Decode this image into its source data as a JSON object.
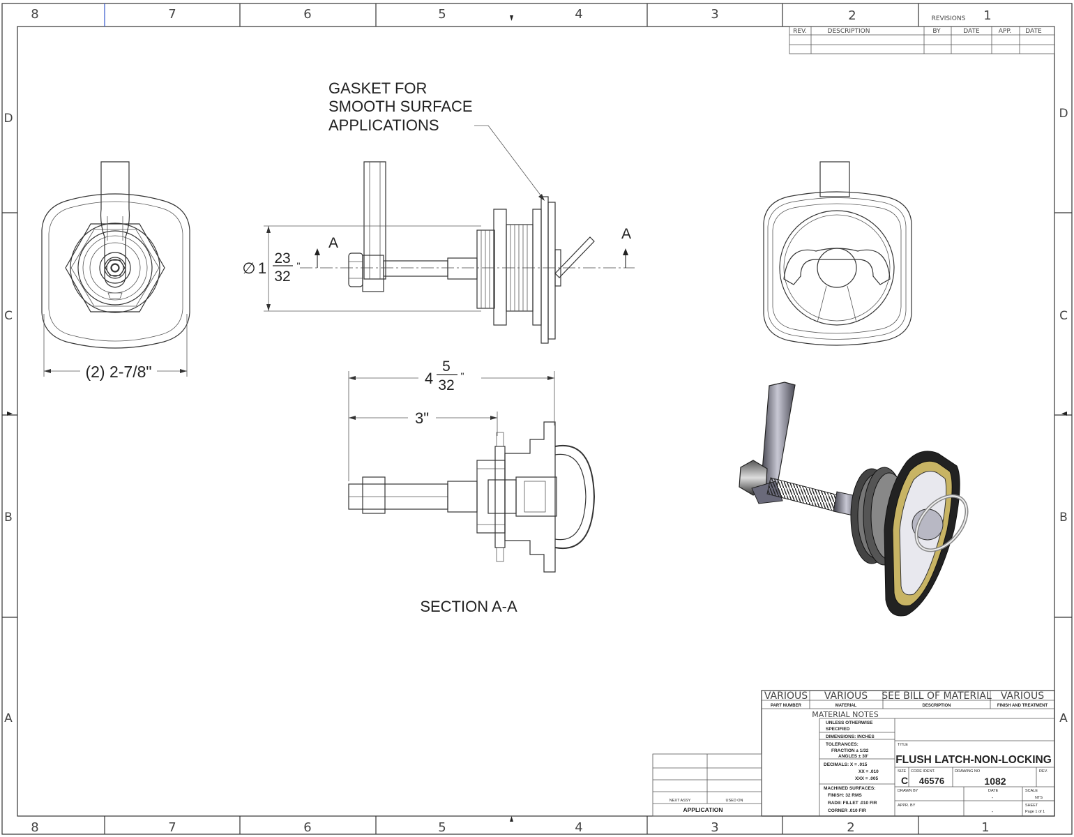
{
  "zones": {
    "top": [
      "8",
      "7",
      "6",
      "5",
      "4",
      "3",
      "2",
      "1"
    ],
    "bottom": [
      "8",
      "7",
      "6",
      "5",
      "4",
      "3",
      "2",
      "1"
    ],
    "left": [
      "D",
      "C",
      "B",
      "A"
    ],
    "right": [
      "D",
      "C",
      "B",
      "A"
    ]
  },
  "revisions": {
    "title": "REVISIONS",
    "sheet_no": "1",
    "headers": [
      "REV.",
      "DESCRIPTION",
      "BY",
      "DATE",
      "APP.",
      "DATE"
    ]
  },
  "views": {
    "callout_gasket": [
      "GASKET FOR",
      "SMOOTH SURFACE",
      "APPLICATIONS"
    ],
    "section_marker": "A",
    "diameter_symbol": "∅",
    "diameter_whole": "1",
    "diameter_num": "23",
    "diameter_den": "32",
    "inch_mark": "\"",
    "width_dim": "(2) 2-7/8\"",
    "length_whole": "4",
    "length_num": "5",
    "length_den": "32",
    "length_short": "3\"",
    "section_label": "SECTION A-A"
  },
  "title_block": {
    "top_row": [
      "VARIOUS",
      "VARIOUS",
      "SEE BILL OF MATERIAL",
      "VARIOUS"
    ],
    "top_labels": [
      "PART NUMBER",
      "MATERIAL",
      "DESCRIPTION",
      "FINISH AND TREATMENT"
    ],
    "material_notes": "MATERIAL NOTES",
    "notes": [
      "UNLESS OTHERWISE",
      "SPECIFIED",
      "DIMENSIONS: INCHES",
      "TOLERANCES:",
      "FRACTION ± 1/32",
      "ANGLES ± 30'",
      "DECIMALS:  X = .015",
      "XX = .010",
      "XXX = .005",
      "MACHINED SURFACES:",
      "FINISH: 32 RMS",
      "RADII: FILLET .010 FIR",
      "CORNER .010 FIR"
    ],
    "title_label": "TITLE",
    "title": "FLUSH LATCH-NON-LOCKING",
    "size_label": "SIZE",
    "size": "C",
    "code_label": "CODE IDENT.",
    "code": "46576",
    "drawing_label": "DRAWING NO",
    "drawing_no": "1082",
    "rev_label": "REV.",
    "drawn_by": "DRAWN BY",
    "date_label": "DATE",
    "scale_label": "SCALE",
    "scale": "NTS",
    "appr_by": "APPR. BY",
    "sheet_label": "SHEET",
    "sheet": "Page 1 of 1",
    "dash": "-",
    "next_assy": "NEXT ASSY",
    "used_on": "USED ON",
    "application": "APPLICATION"
  }
}
